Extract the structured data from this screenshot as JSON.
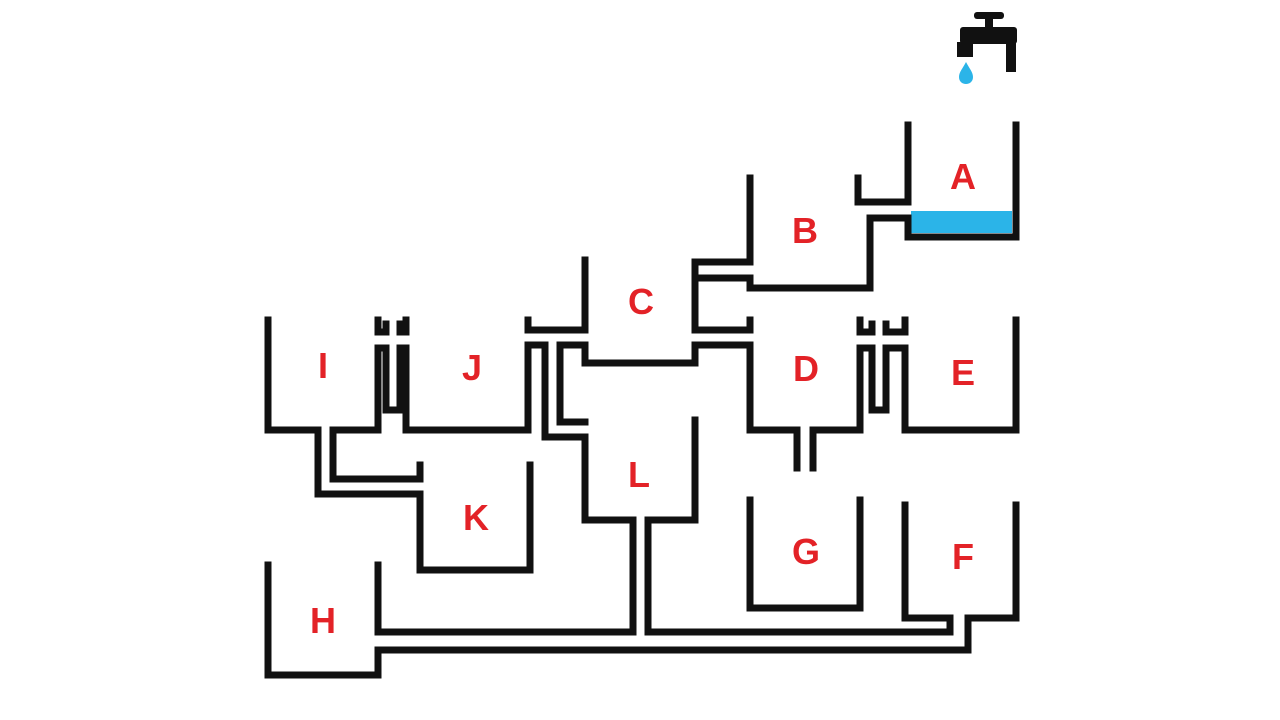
{
  "colors": {
    "line": "#111111",
    "label": "#e32227",
    "water": "#2bb4e8",
    "faucet": "#111111",
    "background": "#ffffff"
  },
  "containers": [
    {
      "letter": "A"
    },
    {
      "letter": "B"
    },
    {
      "letter": "C"
    },
    {
      "letter": "D"
    },
    {
      "letter": "E"
    },
    {
      "letter": "F"
    },
    {
      "letter": "G"
    },
    {
      "letter": "H"
    },
    {
      "letter": "I"
    },
    {
      "letter": "J"
    },
    {
      "letter": "K"
    },
    {
      "letter": "L"
    }
  ],
  "icons": {
    "faucet": "faucet-icon",
    "drop": "water-drop-icon"
  },
  "water": {
    "filled_container": "A"
  }
}
